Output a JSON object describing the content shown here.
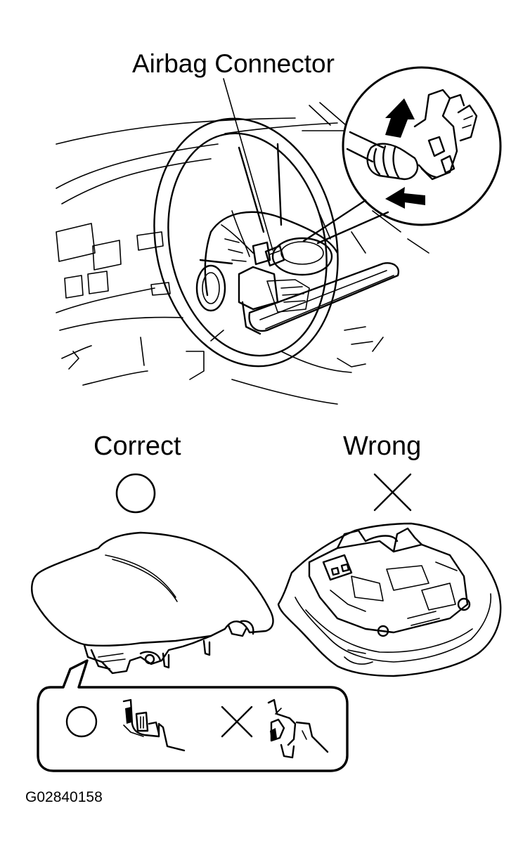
{
  "labels": {
    "airbag_connector": "Airbag Connector",
    "correct": "Correct",
    "wrong": "Wrong",
    "figure_code": "G02840158"
  },
  "symbols": {
    "correct_mark": "circle",
    "wrong_mark": "cross"
  },
  "colors": {
    "line": "#000000",
    "background": "#ffffff"
  }
}
